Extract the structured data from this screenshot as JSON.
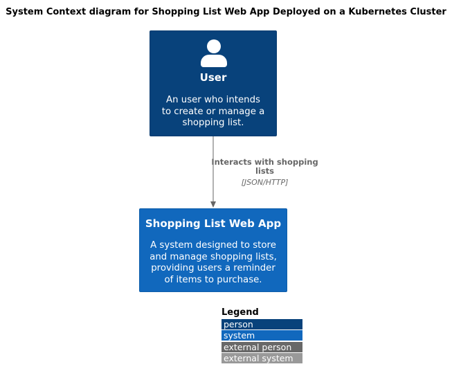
{
  "title": "System Context diagram for Shopping List Web App Deployed on a Kubernetes Cluster",
  "nodes": {
    "user": {
      "icon": "person-icon",
      "name": "User",
      "description": "An user who intends to create or manage a shopping list."
    },
    "system": {
      "name": "Shopping List Web App",
      "description": "A system designed to store and manage shopping lists, providing users a reminder of items to purchase."
    }
  },
  "relationship": {
    "label": "Interacts with shopping lists",
    "technology": "[JSON/HTTP]"
  },
  "legend": {
    "title": "Legend",
    "items": [
      {
        "label": "person",
        "color": "#08427b"
      },
      {
        "label": "system",
        "color": "#1168bd"
      },
      {
        "label": "external person",
        "color": "#686868"
      },
      {
        "label": "external system",
        "color": "#999999"
      }
    ]
  }
}
